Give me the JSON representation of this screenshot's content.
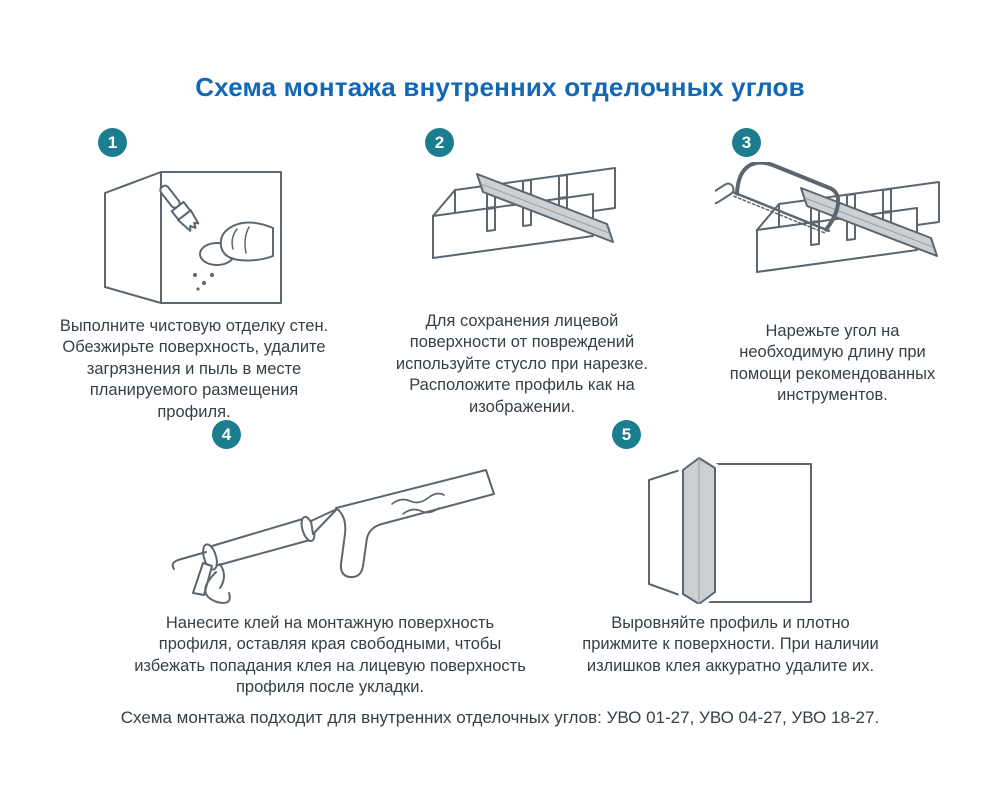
{
  "title": "Схема монтажа внутренних отделочных углов",
  "steps": [
    {
      "number": "1",
      "illustration": "wall-corner-cleaning",
      "caption": "Выполните чистовую отделку стен. Обезжирьте поверхность, удалите загрязнения и пыль в месте планируемого размещения профиля."
    },
    {
      "number": "2",
      "illustration": "miter-box-with-profile",
      "caption": "Для сохранения лицевой поверхности от повреждений используйте стусло при нарезке. Расположите профиль как на изображении."
    },
    {
      "number": "3",
      "illustration": "hacksaw-cutting-in-miter-box",
      "caption": "Нарежьте угол на необходимую длину при помощи рекомендованных инструментов."
    },
    {
      "number": "4",
      "illustration": "caulking-gun-applying-adhesive",
      "caption": "Нанесите клей на монтажную поверхность профиля, оставляя края свободными, чтобы избежать попадания клея на лицевую поверхность профиля после укладки."
    },
    {
      "number": "5",
      "illustration": "profile-pressed-into-corner",
      "caption": "Выровняйте профиль и плотно прижмите к поверхности. При наличии излишков клея аккуратно удалите их."
    }
  ],
  "footer": "Схема монтажа подходит для внутренних отделочных углов: УВО 01-27, УВО 04-27, УВО 18-27.",
  "colors": {
    "title_blue": "#1468b3",
    "badge_teal": "#1b7d8e",
    "body_text": "#363f46",
    "line_art": "#5d666e",
    "profile_fill": "#cbd0d4"
  }
}
